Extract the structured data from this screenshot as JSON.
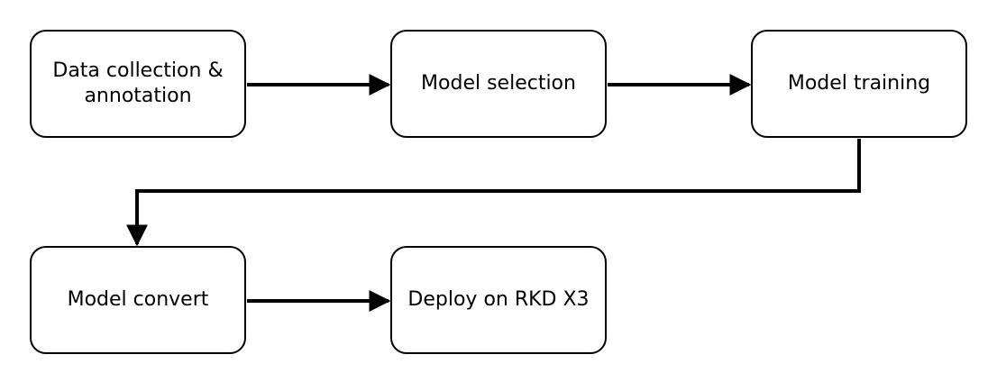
{
  "diagram": {
    "nodes": [
      {
        "id": "data-collection",
        "label": "Data collection &\nannotation"
      },
      {
        "id": "model-selection",
        "label": "Model selection"
      },
      {
        "id": "model-training",
        "label": "Model training"
      },
      {
        "id": "model-convert",
        "label": "Model convert"
      },
      {
        "id": "deploy",
        "label": "Deploy on RKD X3"
      }
    ],
    "edges": [
      {
        "from": "data-collection",
        "to": "model-selection"
      },
      {
        "from": "model-selection",
        "to": "model-training"
      },
      {
        "from": "model-training",
        "to": "model-convert"
      },
      {
        "from": "model-convert",
        "to": "deploy"
      }
    ],
    "colors": {
      "stroke": "#000000",
      "fill": "#ffffff",
      "text": "#000000"
    }
  }
}
